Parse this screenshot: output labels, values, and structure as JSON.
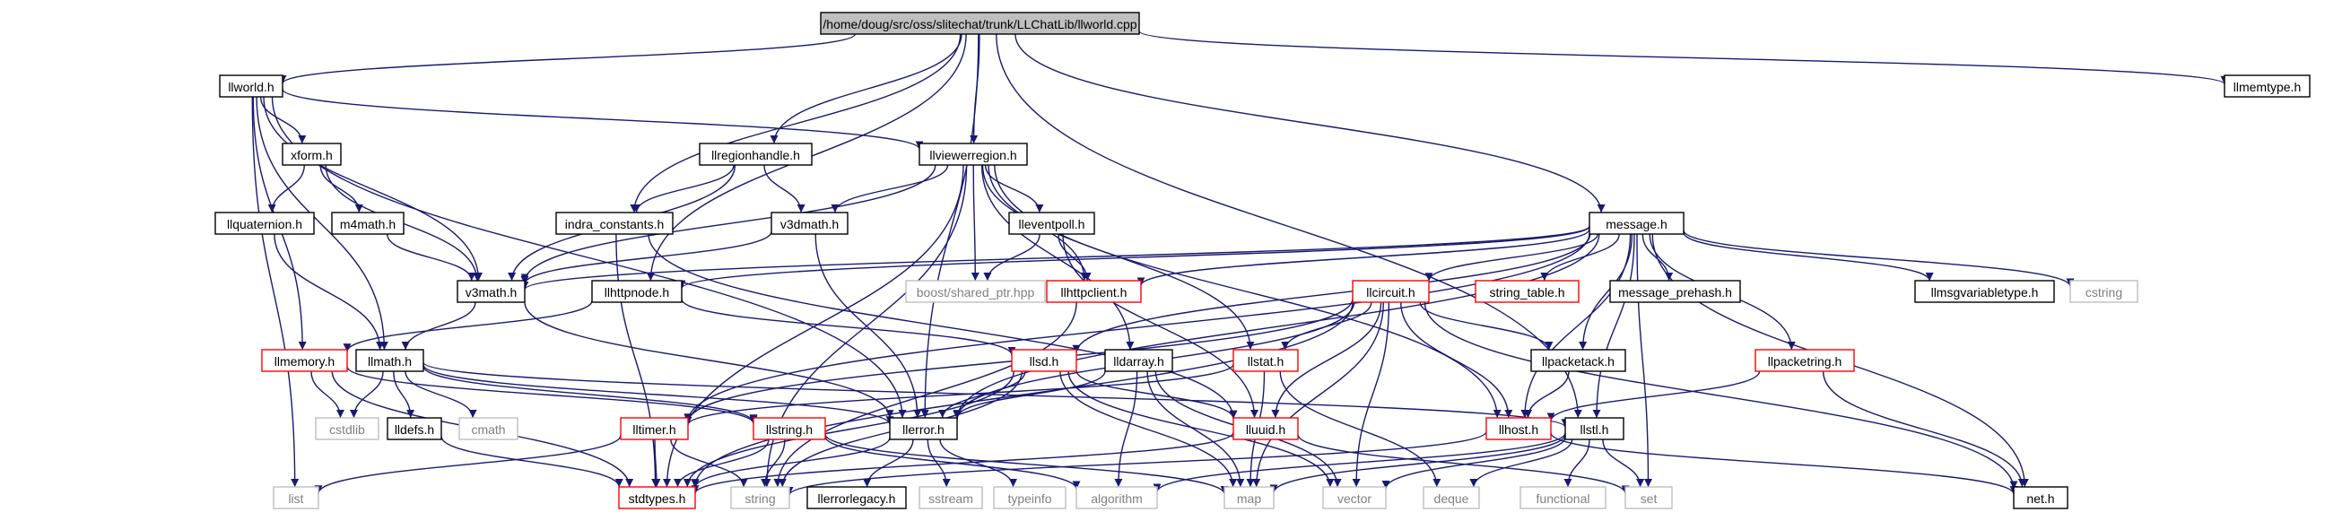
{
  "graph": {
    "root": "/home/doug/src/oss/slitechat/trunk/LLChatLib/llworld.cpp",
    "colors": {
      "root_fill": "#bfbfbf",
      "node_fill": "#ffffff",
      "border_normal": "#000000",
      "border_truncated": "#ff0000",
      "border_external": "#bfbfbf",
      "text_normal": "#000000",
      "text_external": "#808080",
      "edge": "#191970"
    },
    "nodes": [
      {
        "id": "root",
        "label": "/home/doug/src/oss/slitechat/trunk/LLChatLib/llworld.cpp",
        "kind": "root"
      },
      {
        "id": "llworld",
        "label": "llworld.h",
        "kind": "normal"
      },
      {
        "id": "llmemtype",
        "label": "llmemtype.h",
        "kind": "normal"
      },
      {
        "id": "xform",
        "label": "xform.h",
        "kind": "normal"
      },
      {
        "id": "llregionhandle",
        "label": "llregionhandle.h",
        "kind": "normal"
      },
      {
        "id": "llviewerregion",
        "label": "llviewerregion.h",
        "kind": "normal"
      },
      {
        "id": "message",
        "label": "message.h",
        "kind": "normal"
      },
      {
        "id": "llquaternion",
        "label": "llquaternion.h",
        "kind": "normal"
      },
      {
        "id": "m4math",
        "label": "m4math.h",
        "kind": "normal"
      },
      {
        "id": "indra_constants",
        "label": "indra_constants.h",
        "kind": "normal"
      },
      {
        "id": "v3dmath",
        "label": "v3dmath.h",
        "kind": "normal"
      },
      {
        "id": "lleventpoll",
        "label": "lleventpoll.h",
        "kind": "normal"
      },
      {
        "id": "v3math",
        "label": "v3math.h",
        "kind": "normal"
      },
      {
        "id": "llhttpnode",
        "label": "llhttpnode.h",
        "kind": "normal"
      },
      {
        "id": "boost_shared_ptr",
        "label": "boost/shared_ptr.hpp",
        "kind": "external"
      },
      {
        "id": "llhttpclient",
        "label": "llhttpclient.h",
        "kind": "truncated"
      },
      {
        "id": "llcircuit",
        "label": "llcircuit.h",
        "kind": "truncated"
      },
      {
        "id": "string_table",
        "label": "string_table.h",
        "kind": "truncated"
      },
      {
        "id": "message_prehash",
        "label": "message_prehash.h",
        "kind": "normal"
      },
      {
        "id": "llmsgvariabletype",
        "label": "llmsgvariabletype.h",
        "kind": "normal"
      },
      {
        "id": "cstring",
        "label": "cstring",
        "kind": "external"
      },
      {
        "id": "llmemory",
        "label": "llmemory.h",
        "kind": "truncated"
      },
      {
        "id": "llmath",
        "label": "llmath.h",
        "kind": "normal"
      },
      {
        "id": "llsd",
        "label": "llsd.h",
        "kind": "truncated"
      },
      {
        "id": "lldarray",
        "label": "lldarray.h",
        "kind": "normal"
      },
      {
        "id": "llstat",
        "label": "llstat.h",
        "kind": "truncated"
      },
      {
        "id": "llpacketack",
        "label": "llpacketack.h",
        "kind": "normal"
      },
      {
        "id": "llpacketring",
        "label": "llpacketring.h",
        "kind": "truncated"
      },
      {
        "id": "cstdlib",
        "label": "cstdlib",
        "kind": "external"
      },
      {
        "id": "lldefs",
        "label": "lldefs.h",
        "kind": "normal"
      },
      {
        "id": "cmath",
        "label": "cmath",
        "kind": "external"
      },
      {
        "id": "lltimer",
        "label": "lltimer.h",
        "kind": "truncated"
      },
      {
        "id": "llstring",
        "label": "llstring.h",
        "kind": "truncated"
      },
      {
        "id": "llerror",
        "label": "llerror.h",
        "kind": "normal"
      },
      {
        "id": "lluuid",
        "label": "lluuid.h",
        "kind": "truncated"
      },
      {
        "id": "llhost",
        "label": "llhost.h",
        "kind": "truncated"
      },
      {
        "id": "llstl",
        "label": "llstl.h",
        "kind": "normal"
      },
      {
        "id": "list",
        "label": "list",
        "kind": "external"
      },
      {
        "id": "stdtypes",
        "label": "stdtypes.h",
        "kind": "truncated"
      },
      {
        "id": "string",
        "label": "string",
        "kind": "external"
      },
      {
        "id": "llerrorlegacy",
        "label": "llerrorlegacy.h",
        "kind": "normal"
      },
      {
        "id": "sstream",
        "label": "sstream",
        "kind": "external"
      },
      {
        "id": "typeinfo",
        "label": "typeinfo",
        "kind": "external"
      },
      {
        "id": "algorithm",
        "label": "algorithm",
        "kind": "external"
      },
      {
        "id": "map",
        "label": "map",
        "kind": "external"
      },
      {
        "id": "vector",
        "label": "vector",
        "kind": "external"
      },
      {
        "id": "deque",
        "label": "deque",
        "kind": "external"
      },
      {
        "id": "functional",
        "label": "functional",
        "kind": "external"
      },
      {
        "id": "set",
        "label": "set",
        "kind": "external"
      },
      {
        "id": "net",
        "label": "net.h",
        "kind": "normal"
      }
    ],
    "edges": [
      [
        "root",
        "llworld"
      ],
      [
        "root",
        "llmemtype"
      ],
      [
        "root",
        "llregionhandle"
      ],
      [
        "root",
        "llviewerregion"
      ],
      [
        "root",
        "message"
      ],
      [
        "root",
        "indra_constants"
      ],
      [
        "root",
        "llhttpnode"
      ],
      [
        "root",
        "llerror"
      ],
      [
        "root",
        "llstl"
      ],
      [
        "llworld",
        "xform"
      ],
      [
        "llworld",
        "llviewerregion"
      ],
      [
        "llworld",
        "v3math"
      ],
      [
        "llworld",
        "llmemory"
      ],
      [
        "llworld",
        "llmath"
      ],
      [
        "llworld",
        "llerror"
      ],
      [
        "llworld",
        "list"
      ],
      [
        "xform",
        "llquaternion"
      ],
      [
        "xform",
        "m4math"
      ],
      [
        "xform",
        "v3math"
      ],
      [
        "llregionhandle",
        "indra_constants"
      ],
      [
        "llregionhandle",
        "v3dmath"
      ],
      [
        "llregionhandle",
        "v3math"
      ],
      [
        "llviewerregion",
        "v3dmath"
      ],
      [
        "llviewerregion",
        "v3math"
      ],
      [
        "llviewerregion",
        "lleventpoll"
      ],
      [
        "llviewerregion",
        "boost_shared_ptr"
      ],
      [
        "llviewerregion",
        "llhttpclient"
      ],
      [
        "llviewerregion",
        "lldarray"
      ],
      [
        "llviewerregion",
        "llstat"
      ],
      [
        "llviewerregion",
        "llhost"
      ],
      [
        "llviewerregion",
        "string"
      ],
      [
        "llviewerregion",
        "stdtypes"
      ],
      [
        "llquaternion",
        "llmath"
      ],
      [
        "m4math",
        "v3math"
      ],
      [
        "indra_constants",
        "stdtypes"
      ],
      [
        "indra_constants",
        "lluuid"
      ],
      [
        "v3dmath",
        "llerror"
      ],
      [
        "v3dmath",
        "v3math"
      ],
      [
        "lleventpoll",
        "llhttpclient"
      ],
      [
        "lleventpoll",
        "boost_shared_ptr"
      ],
      [
        "lleventpoll",
        "lluuid"
      ],
      [
        "v3math",
        "llmath"
      ],
      [
        "v3math",
        "llerror"
      ],
      [
        "llhttpnode",
        "llmemory"
      ],
      [
        "llhttpnode",
        "llsd"
      ],
      [
        "llhttpclient",
        "string"
      ],
      [
        "message",
        "llhttpnode"
      ],
      [
        "message",
        "llhttpclient"
      ],
      [
        "message",
        "llcircuit"
      ],
      [
        "message",
        "string_table"
      ],
      [
        "message",
        "message_prehash"
      ],
      [
        "message",
        "llmsgvariabletype"
      ],
      [
        "message",
        "cstring"
      ],
      [
        "message",
        "llpacketring"
      ],
      [
        "message",
        "llpacketack"
      ],
      [
        "message",
        "llhost"
      ],
      [
        "message",
        "llerror"
      ],
      [
        "message",
        "llstl"
      ],
      [
        "message",
        "net"
      ],
      [
        "message",
        "set"
      ],
      [
        "message",
        "llsd"
      ],
      [
        "message",
        "lltimer"
      ],
      [
        "message",
        "v3math"
      ],
      [
        "llcircuit",
        "llstat"
      ],
      [
        "llcircuit",
        "llpacketack"
      ],
      [
        "llcircuit",
        "llhost"
      ],
      [
        "llcircuit",
        "lluuid"
      ],
      [
        "llcircuit",
        "lltimer"
      ],
      [
        "llcircuit",
        "llerror"
      ],
      [
        "llcircuit",
        "map"
      ],
      [
        "llcircuit",
        "vector"
      ],
      [
        "llcircuit",
        "stdtypes"
      ],
      [
        "llcircuit",
        "net"
      ],
      [
        "llmemory",
        "cstdlib"
      ],
      [
        "llmemory",
        "stdtypes"
      ],
      [
        "llmemory",
        "llstring"
      ],
      [
        "llmath",
        "cstdlib"
      ],
      [
        "llmath",
        "lldefs"
      ],
      [
        "llmath",
        "cmath"
      ],
      [
        "llmath",
        "llstring"
      ],
      [
        "llmath",
        "llstl"
      ],
      [
        "llmath",
        "llerror"
      ],
      [
        "llsd",
        "llerror"
      ],
      [
        "llsd",
        "lluuid"
      ],
      [
        "llsd",
        "stdtypes"
      ],
      [
        "llsd",
        "string"
      ],
      [
        "llsd",
        "map"
      ],
      [
        "llsd",
        "vector"
      ],
      [
        "lldarray",
        "llerror"
      ],
      [
        "lldarray",
        "algorithm"
      ],
      [
        "lldarray",
        "map"
      ],
      [
        "lldarray",
        "vector"
      ],
      [
        "llstat",
        "lltimer"
      ],
      [
        "llstat",
        "deque"
      ],
      [
        "llstat",
        "map"
      ],
      [
        "llpacketack",
        "llhost"
      ],
      [
        "llpacketring",
        "llhost"
      ],
      [
        "llpacketring",
        "net"
      ],
      [
        "lldefs",
        "stdtypes"
      ],
      [
        "lltimer",
        "stdtypes"
      ],
      [
        "lltimer",
        "string"
      ],
      [
        "lltimer",
        "list"
      ],
      [
        "llstring",
        "stdtypes"
      ],
      [
        "llstring",
        "string"
      ],
      [
        "llstring",
        "map"
      ],
      [
        "llstring",
        "algorithm"
      ],
      [
        "llerror",
        "llerrorlegacy"
      ],
      [
        "llerror",
        "sstream"
      ],
      [
        "llerror",
        "typeinfo"
      ],
      [
        "llerror",
        "stdtypes"
      ],
      [
        "lluuid",
        "stdtypes"
      ],
      [
        "lluuid",
        "set"
      ],
      [
        "llhost",
        "string"
      ],
      [
        "llhost",
        "net"
      ],
      [
        "llstl",
        "map"
      ],
      [
        "llstl",
        "vector"
      ],
      [
        "llstl",
        "deque"
      ],
      [
        "llstl",
        "functional"
      ],
      [
        "llstl",
        "set"
      ],
      [
        "llstl",
        "algorithm"
      ]
    ]
  }
}
